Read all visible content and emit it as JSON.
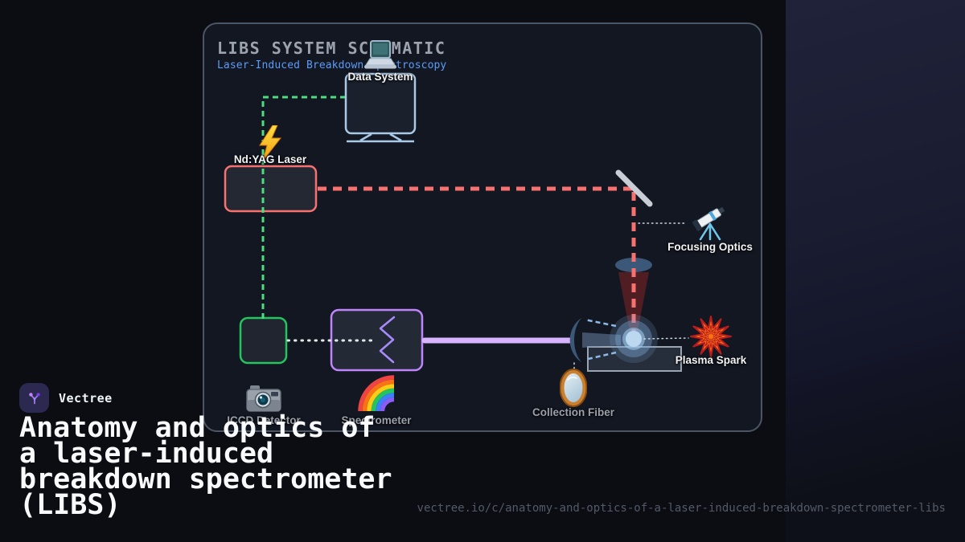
{
  "brand": {
    "name": "Vectree"
  },
  "schematic": {
    "title": "LIBS SYSTEM SCHEMATIC",
    "subtitle": "Laser-Induced Breakdown Spectroscopy",
    "labels": {
      "data_system": "Data System",
      "laser": "Nd:YAG Laser",
      "focusing_optics": "Focusing Optics",
      "plasma_spark": "Plasma Spark",
      "collection_fiber": "Collection Fiber",
      "iccd_detector": "ICCD Detector",
      "spectrometer": "Spectrometer"
    },
    "colors": {
      "laser_beam": "#f87171",
      "trigger_line": "#4ade80",
      "fiber_output_beam": "#d8b4fe",
      "spectrometer_box": "#c084fc",
      "detector_box": "#22c55e",
      "optics_outline": "#a9c9e8",
      "title": "#9ca3af",
      "subtitle": "#5b9bf8"
    }
  },
  "footer": {
    "title_lines": [
      "Anatomy and optics of",
      "a laser-induced",
      "breakdown spectrometer",
      "(LIBS)"
    ],
    "url": "vectree.io/c/anatomy-and-optics-of-a-laser-induced-breakdown-spectrometer-libs"
  }
}
